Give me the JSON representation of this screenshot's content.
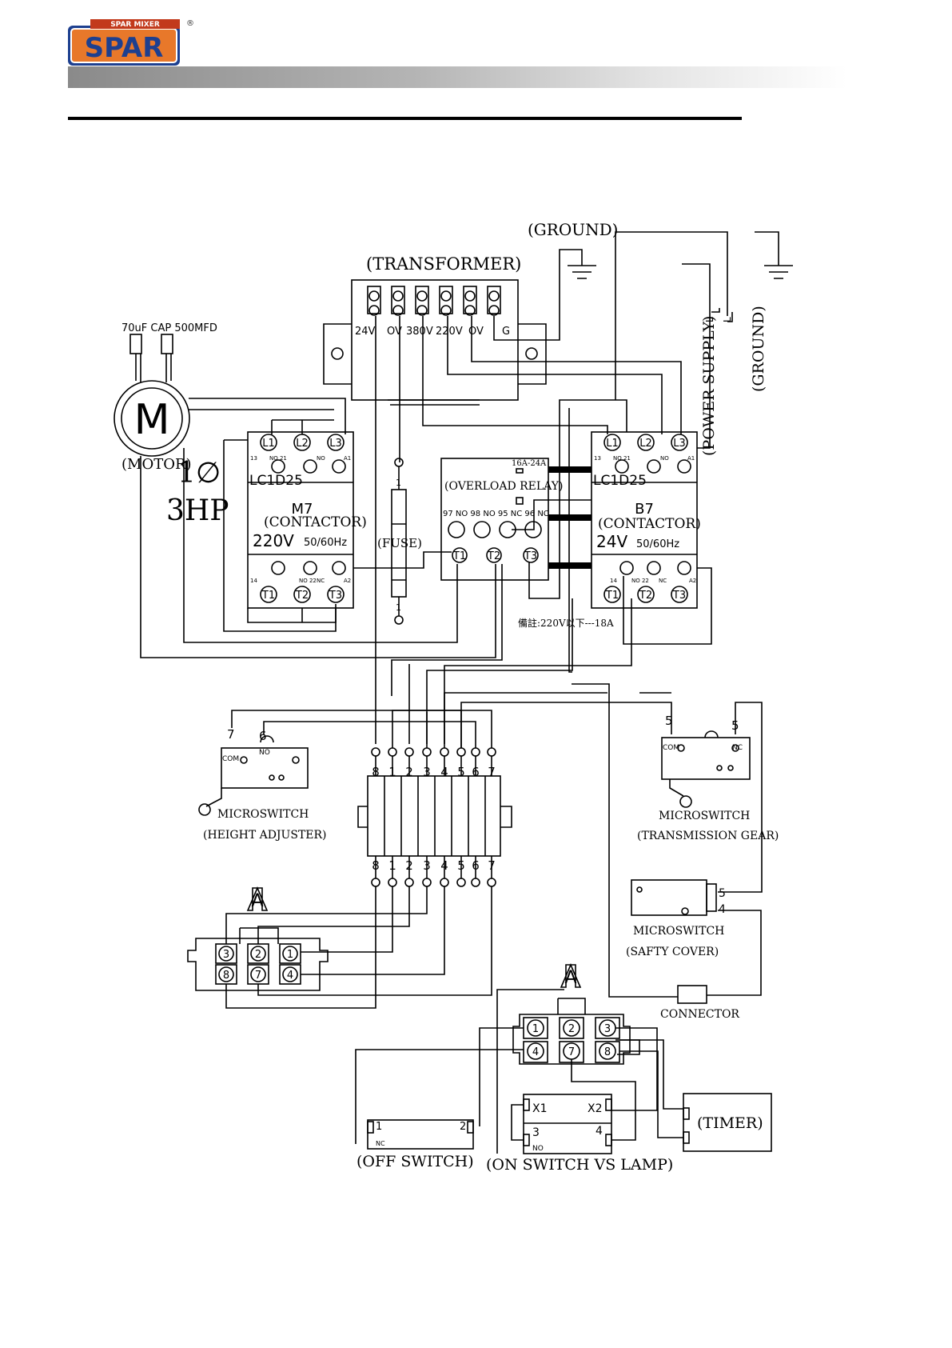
{
  "logo": {
    "tagline": "SPAR MIXER",
    "brand": "SPAR",
    "registered": "®",
    "colors": {
      "brand_fill": "#e8782a",
      "brand_outline": "#1d3f8f",
      "banner": "#c23a1c"
    }
  },
  "labels": {
    "ground_top": "(GROUND)",
    "transformer": "(TRANSFORMER)",
    "transformer_terms": [
      "24V",
      "OV",
      "380V",
      "220V",
      "OV",
      "G"
    ],
    "cap_label": "70uF CAP 500MFD",
    "motor_letter": "M",
    "motor": "(MOTOR)",
    "phase": "1∅",
    "hp": "3HP",
    "m7": {
      "model": "LC1D25",
      "name": "M7",
      "role": "(CONTACTOR)",
      "voltage": "220V",
      "freq": "50/60Hz"
    },
    "b7": {
      "model": "LC1D25",
      "name": "B7",
      "role": "(CONTACTOR)",
      "voltage": "24V",
      "freq": "50/60Hz"
    },
    "contactor_top_small": [
      "13",
      "NO 21",
      "NO",
      "A1"
    ],
    "contactor_bottom_small": [
      "14",
      "NO 22",
      "NC",
      "A2"
    ],
    "line_terms": [
      "L1",
      "L2",
      "L3"
    ],
    "load_terms": [
      "T1",
      "T2",
      "T3"
    ],
    "fuse": "(FUSE)",
    "fuse_pins": [
      "1",
      "1"
    ],
    "overload": {
      "rating": "16A-24A",
      "name": "(OVERLOAD RELAY)",
      "contacts": "97 NO  98 NO 95 NC 96 NC"
    },
    "power_supply": "(POWER SUPPLY)",
    "ground_right": "(GROUND)",
    "ps_L1": "L",
    "ps_L2": "L",
    "note": "備註:220V以下---18A",
    "terminal_numbers": [
      "8",
      "1",
      "2",
      "3",
      "4",
      "5",
      "6",
      "7"
    ],
    "micro_height": {
      "name": "MICROSWITCH",
      "sub": "(HEIGHT ADJUSTER)",
      "wire_a": "7",
      "wire_b": "6",
      "com": "COM",
      "no": "NO"
    },
    "micro_gear": {
      "name": "MICROSWITCH",
      "sub": "(TRANSMISSION GEAR)",
      "wire_a": "5",
      "wire_b": "5",
      "com": "COM",
      "nc": "NC"
    },
    "micro_cover": {
      "name": "MICROSWITCH",
      "sub": "(SAFTY COVER)",
      "pin_a": "5",
      "pin_b": "4"
    },
    "connector": "CONNECTOR",
    "plug_marker": "A",
    "plug_left_top": [
      "3",
      "2",
      "1"
    ],
    "plug_left_bottom": [
      "8",
      "7",
      "4"
    ],
    "plug_right_top": [
      "1",
      "2",
      "3"
    ],
    "plug_right_bottom": [
      "4",
      "7",
      "8"
    ],
    "off_switch": {
      "name": "(OFF SWITCH)",
      "p1": "1",
      "p2": "2",
      "nc": "NC"
    },
    "on_switch": {
      "name": "(ON SWITCH VS LAMP)",
      "x1": "X1",
      "x2": "X2",
      "p3": "3",
      "p4": "4",
      "no": "NO"
    },
    "timer": "(TIMER)"
  }
}
